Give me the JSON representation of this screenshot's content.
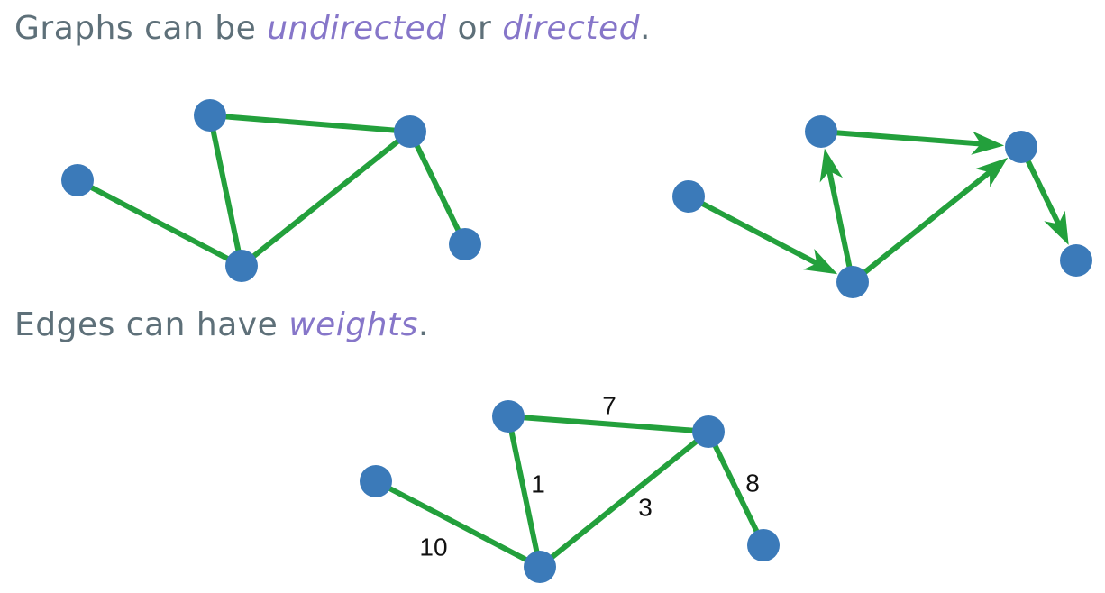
{
  "headings": {
    "graphs": {
      "prefix": "Graphs can be ",
      "term1": "undirected",
      "middle": " or ",
      "term2": "directed",
      "suffix": "."
    },
    "edges": {
      "prefix": "Edges can have ",
      "term": "weights",
      "suffix": "."
    }
  },
  "colors": {
    "heading_text": "#5e7079",
    "emphasis_text": "#8676c9",
    "edge": "#23a03c",
    "node": "#3b7ab9"
  },
  "graphs": [
    {
      "kind": "undirected",
      "edges": [
        {
          "from": 0,
          "to": 3
        },
        {
          "from": 1,
          "to": 3
        },
        {
          "from": 1,
          "to": 2
        },
        {
          "from": 2,
          "to": 3
        },
        {
          "from": 2,
          "to": 4
        }
      ]
    },
    {
      "kind": "directed",
      "edges": [
        {
          "from": 0,
          "to": 3
        },
        {
          "from": 3,
          "to": 1
        },
        {
          "from": 1,
          "to": 2
        },
        {
          "from": 3,
          "to": 2
        },
        {
          "from": 2,
          "to": 4
        }
      ]
    },
    {
      "kind": "weighted",
      "edges": [
        {
          "from": 0,
          "to": 3,
          "weight": "10"
        },
        {
          "from": 1,
          "to": 3,
          "weight": "1"
        },
        {
          "from": 1,
          "to": 2,
          "weight": "7"
        },
        {
          "from": 2,
          "to": 3,
          "weight": "3"
        },
        {
          "from": 2,
          "to": 4,
          "weight": "8"
        }
      ]
    }
  ]
}
